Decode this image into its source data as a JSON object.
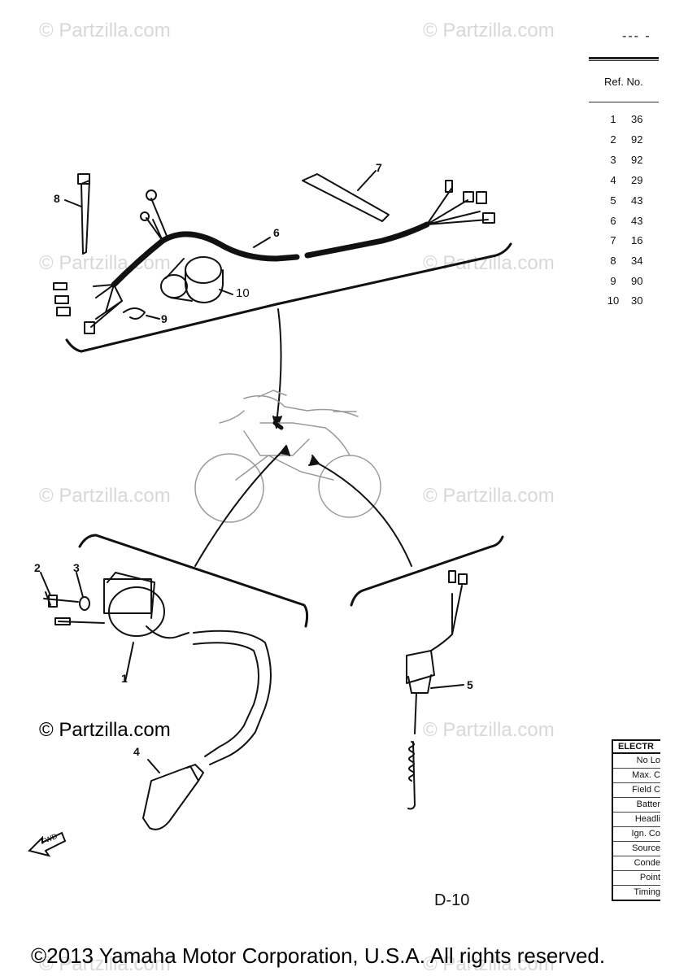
{
  "watermark": "© Partzilla.com",
  "partzilla_notice": "© Partzilla.com",
  "page_code": "D-10",
  "copyright": "©2013 Yamaha Motor Corporation, U.S.A. All rights reserved.",
  "top_dash": "--- -",
  "callouts": [
    "1",
    "2",
    "3",
    "4",
    "5",
    "6",
    "7",
    "8",
    "9",
    "10"
  ],
  "fwd_label": "FWD",
  "parts_table": {
    "header": "Ref. No.",
    "rows": [
      {
        "ref": "1",
        "part": "36"
      },
      {
        "ref": "2",
        "part": "92"
      },
      {
        "ref": "3",
        "part": "92"
      },
      {
        "ref": "4",
        "part": "29"
      },
      {
        "ref": "5",
        "part": "43"
      },
      {
        "ref": "6",
        "part": "43"
      },
      {
        "ref": "7",
        "part": "16"
      },
      {
        "ref": "8",
        "part": "34"
      },
      {
        "ref": "9",
        "part": "90"
      },
      {
        "ref": "10",
        "part": "30"
      }
    ]
  },
  "electrical_table": {
    "title": "ELECTR",
    "rows": [
      "No Lo",
      "Max. C",
      "Field C",
      "Batter",
      "Headli",
      "Ign. Co",
      "Source",
      "Conde",
      "Point",
      "Timing"
    ]
  }
}
